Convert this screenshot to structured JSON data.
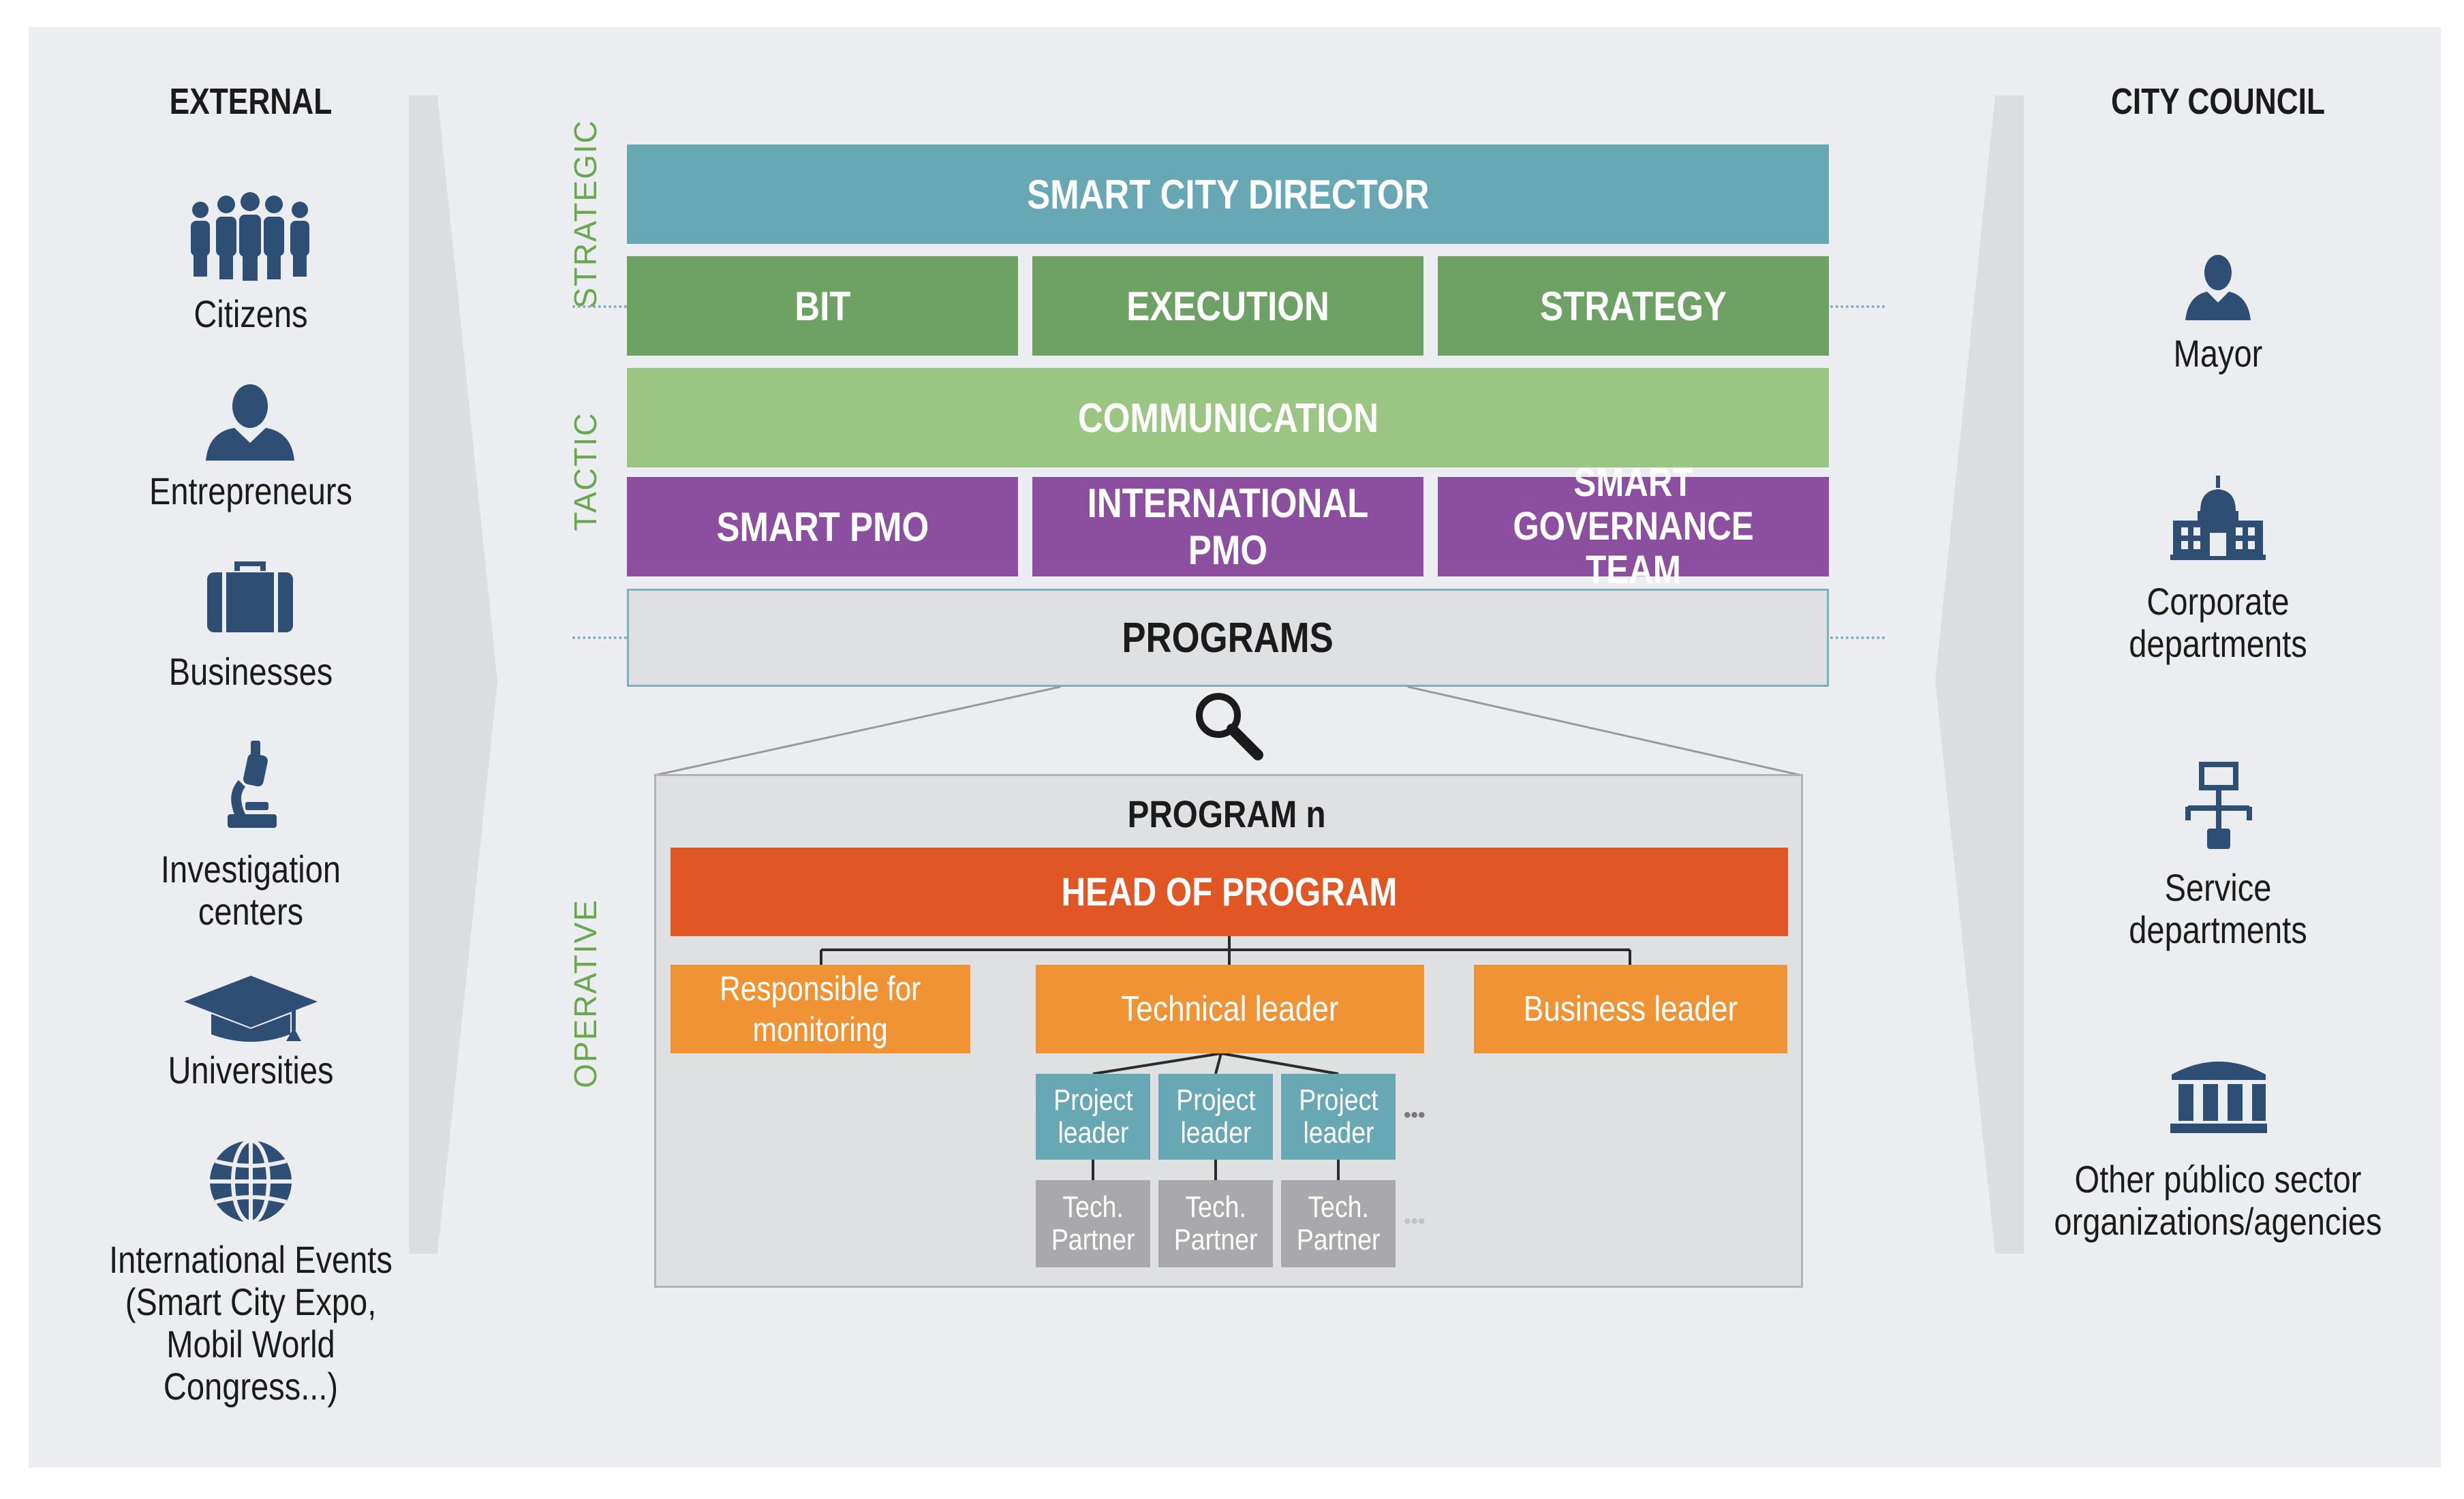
{
  "external": {
    "title": "EXTERNAL",
    "items": [
      {
        "label": "Citizens",
        "icon": "citizens-icon"
      },
      {
        "label": "Entrepreneurs",
        "icon": "entrepreneur-icon"
      },
      {
        "label": "Businesses",
        "icon": "briefcase-icon"
      },
      {
        "label_lines": [
          "Investigation",
          "centers"
        ],
        "icon": "microscope-icon"
      },
      {
        "label": "Universities",
        "icon": "graduation-cap-icon"
      },
      {
        "label_lines": [
          "International Events",
          "(Smart City Expo,",
          "Mobil World Congress...)"
        ],
        "icon": "globe-icon"
      }
    ]
  },
  "city_council": {
    "title": "CITY COUNCIL",
    "items": [
      {
        "label": "Mayor",
        "icon": "mayor-icon"
      },
      {
        "label_lines": [
          "Corporate",
          "departments"
        ],
        "icon": "capitol-building-icon"
      },
      {
        "label_lines": [
          "Service",
          "departments"
        ],
        "icon": "org-chart-icon"
      },
      {
        "label_lines": [
          "Other público sector",
          "organizations/agencies"
        ],
        "icon": "public-institution-icon"
      }
    ]
  },
  "levels": {
    "strategic": "STRATEGIC",
    "tactic": "TACTIC",
    "operative": "OPERATIVE"
  },
  "org": {
    "director": "SMART CITY DIRECTOR",
    "bit": "BIT",
    "execution": "EXECUTION",
    "strategy": "STRATEGY",
    "communication": "COMMUNICATION",
    "smart_pmo": "SMART PMO",
    "international_pmo": "INTERNATIONAL PMO",
    "smart_governance_lines": [
      "SMART GOVERNANCE",
      "TEAM"
    ],
    "programs": "PROGRAMS"
  },
  "program": {
    "title": "PROGRAM n",
    "head": "HEAD OF PROGRAM",
    "monitoring_lines": [
      "Responsible for",
      "monitoring"
    ],
    "technical_leader": "Technical leader",
    "business_leader": "Business leader",
    "project_leader_lines": [
      "Project",
      "leader"
    ],
    "tech_partner_lines": [
      "Tech.",
      "Partner"
    ],
    "ellipsis": "•••"
  },
  "colors": {
    "teal": "#68a8b4",
    "green_dark": "#6ea264",
    "green_light": "#9bc583",
    "purple": "#8c4fa0",
    "orange_dark": "#e05625",
    "orange": "#ef9335",
    "grey_box": "#a9a9ad",
    "icon_navy": "#2f4e73"
  }
}
